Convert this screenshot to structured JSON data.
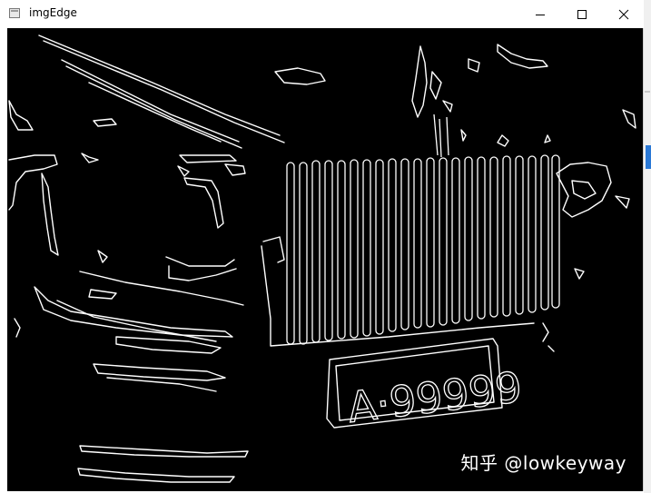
{
  "window": {
    "title": "imgEdge",
    "icon": "opencv-window-icon"
  },
  "controls": {
    "minimize": "minimize-icon",
    "maximize": "maximize-icon",
    "close": "close-icon"
  },
  "image": {
    "description_visible": "edge-detection output",
    "plate_text": "A·99999",
    "watermark": "知乎 @lowkeyway"
  },
  "colors": {
    "canvas_bg": "#000000",
    "edge": "#ffffff",
    "titlebar_bg": "#ffffff"
  }
}
